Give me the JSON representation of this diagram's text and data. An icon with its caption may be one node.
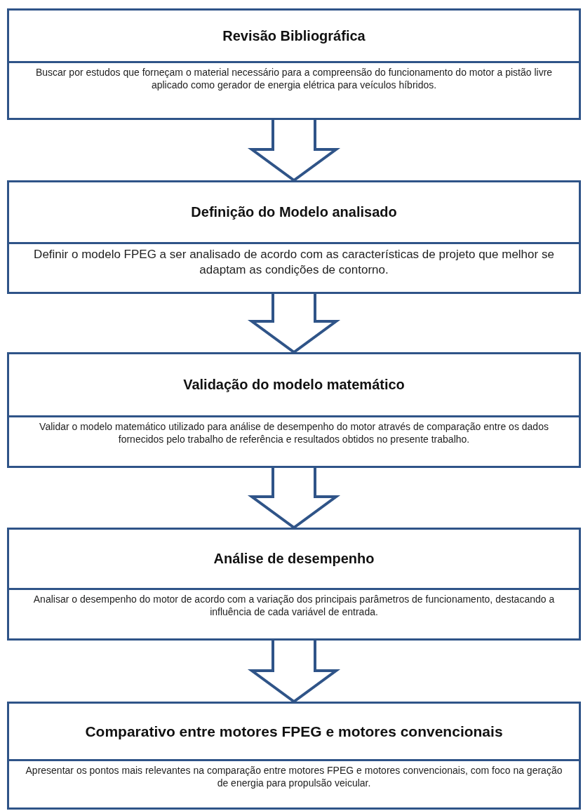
{
  "diagram": {
    "nodes": [
      {
        "text": [
          "Revisão Bibliográfica",
          "Buscar por estudos que forneçam o material necessário para a compreensão do funcionamento do motor a pistão livre aplicado como gerador de energia elétrica para veículos híbridos."
        ]
      },
      {
        "text": [
          "Definição do Modelo analisado",
          "Definir o modelo FPEG a ser analisado de acordo com as características de projeto que melhor se adaptam as condições de contorno."
        ]
      },
      {
        "text": [
          "Validação do modelo matemático",
          "Validar o modelo matemático utilizado para análise de desempenho do motor através de comparação entre os dados fornecidos pelo trabalho de referência e resultados obtidos no presente trabalho."
        ]
      },
      {
        "text": [
          "Análise de desempenho",
          "Analisar o desempenho do motor de acordo com a variação dos principais parâmetros de funcionamento, destacando a influência de cada variável de entrada."
        ]
      },
      {
        "text": [
          "Comparativo entre motores FPEG e motores convencionais",
          "Apresentar os pontos mais relevantes na comparação entre motores FPEG e motores convencionais, com foco na geração de energia para propulsão veicular."
        ]
      }
    ],
    "edges": [
      {
        "from": 0,
        "to": 1,
        "arrow": "to"
      },
      {
        "from": 1,
        "to": 2,
        "arrow": "to"
      },
      {
        "from": 2,
        "to": 3,
        "arrow": "to"
      },
      {
        "from": 3,
        "to": 4,
        "arrow": "to"
      }
    ]
  }
}
